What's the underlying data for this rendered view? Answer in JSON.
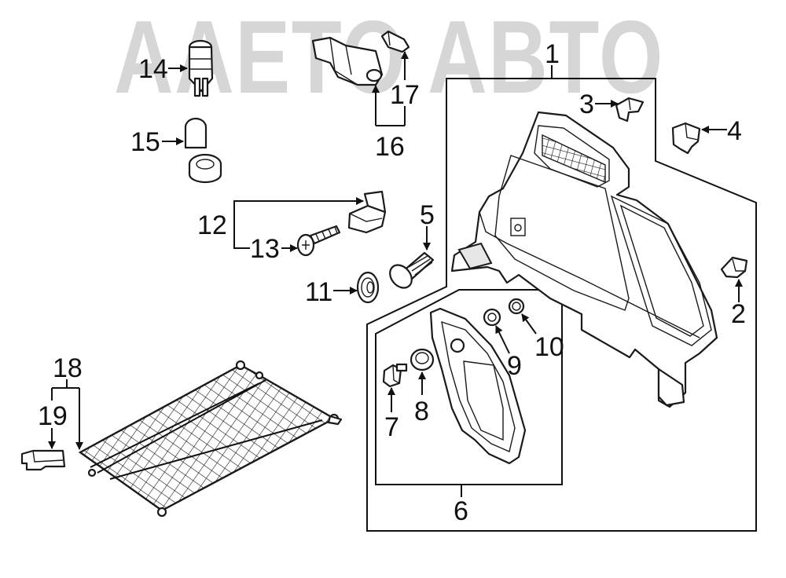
{
  "watermark": "AAETO ABTO",
  "colors": {
    "line": "#111111",
    "watermark": "#d6d6d6",
    "background": "#ffffff"
  },
  "callouts": {
    "c1": "1",
    "c2": "2",
    "c3": "3",
    "c4": "4",
    "c5": "5",
    "c6": "6",
    "c7": "7",
    "c8": "8",
    "c9": "9",
    "c10": "10",
    "c11": "11",
    "c12": "12",
    "c13": "13",
    "c14": "14",
    "c15": "15",
    "c16": "16",
    "c17": "17",
    "c18": "18",
    "c19": "19"
  }
}
